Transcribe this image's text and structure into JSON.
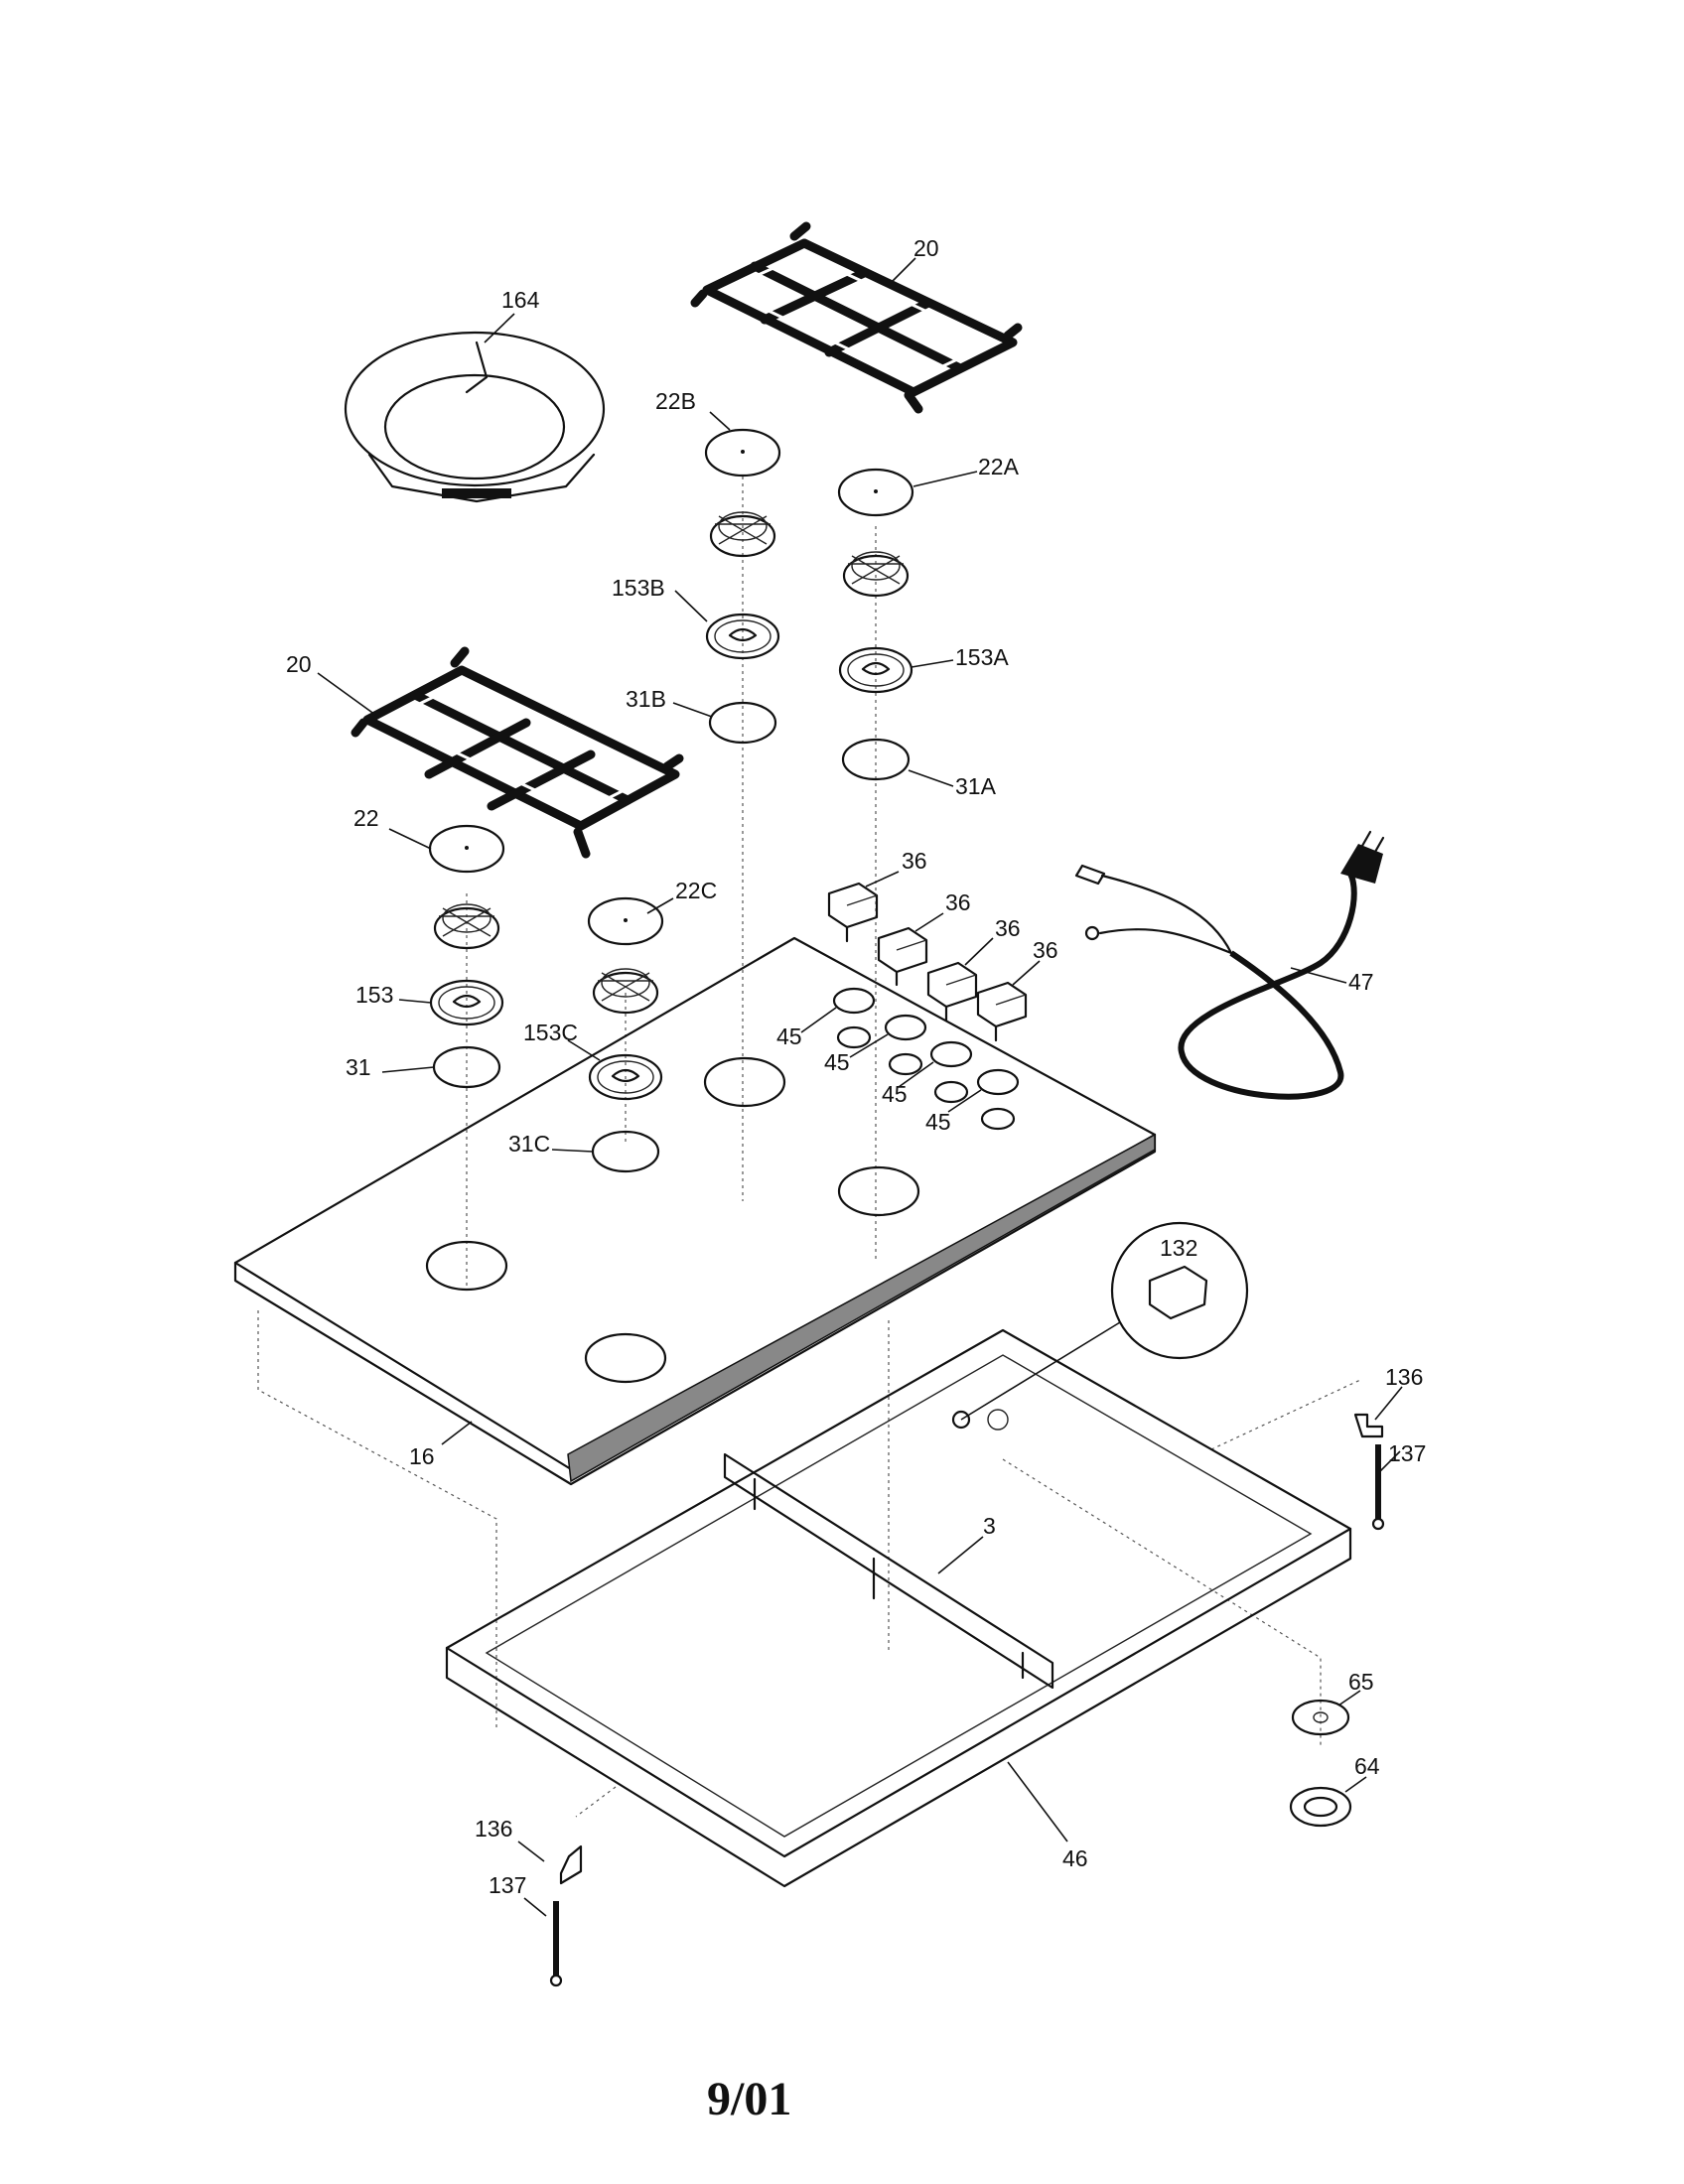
{
  "document": {
    "date_code": "9/01"
  },
  "diagram": {
    "part_labels": [
      {
        "id": "lbl-164",
        "text": "164"
      },
      {
        "id": "lbl-20-top",
        "text": "20"
      },
      {
        "id": "lbl-22b",
        "text": "22B"
      },
      {
        "id": "lbl-22a",
        "text": "22A"
      },
      {
        "id": "lbl-153b",
        "text": "153B"
      },
      {
        "id": "lbl-153a",
        "text": "153A"
      },
      {
        "id": "lbl-31b",
        "text": "31B"
      },
      {
        "id": "lbl-31a",
        "text": "31A"
      },
      {
        "id": "lbl-20-left",
        "text": "20"
      },
      {
        "id": "lbl-22",
        "text": "22"
      },
      {
        "id": "lbl-22c",
        "text": "22C"
      },
      {
        "id": "lbl-153",
        "text": "153"
      },
      {
        "id": "lbl-153c",
        "text": "153C"
      },
      {
        "id": "lbl-31",
        "text": "31"
      },
      {
        "id": "lbl-31c",
        "text": "31C"
      },
      {
        "id": "lbl-36-1",
        "text": "36"
      },
      {
        "id": "lbl-36-2",
        "text": "36"
      },
      {
        "id": "lbl-36-3",
        "text": "36"
      },
      {
        "id": "lbl-36-4",
        "text": "36"
      },
      {
        "id": "lbl-45-1",
        "text": "45"
      },
      {
        "id": "lbl-45-2",
        "text": "45"
      },
      {
        "id": "lbl-45-3",
        "text": "45"
      },
      {
        "id": "lbl-45-4",
        "text": "45"
      },
      {
        "id": "lbl-47",
        "text": "47"
      },
      {
        "id": "lbl-16",
        "text": "16"
      },
      {
        "id": "lbl-132",
        "text": "132"
      },
      {
        "id": "lbl-136-right",
        "text": "136"
      },
      {
        "id": "lbl-137-right",
        "text": "137"
      },
      {
        "id": "lbl-3",
        "text": "3"
      },
      {
        "id": "lbl-65",
        "text": "65"
      },
      {
        "id": "lbl-64",
        "text": "64"
      },
      {
        "id": "lbl-46",
        "text": "46"
      },
      {
        "id": "lbl-136-left",
        "text": "136"
      },
      {
        "id": "lbl-137-left",
        "text": "137"
      }
    ]
  }
}
